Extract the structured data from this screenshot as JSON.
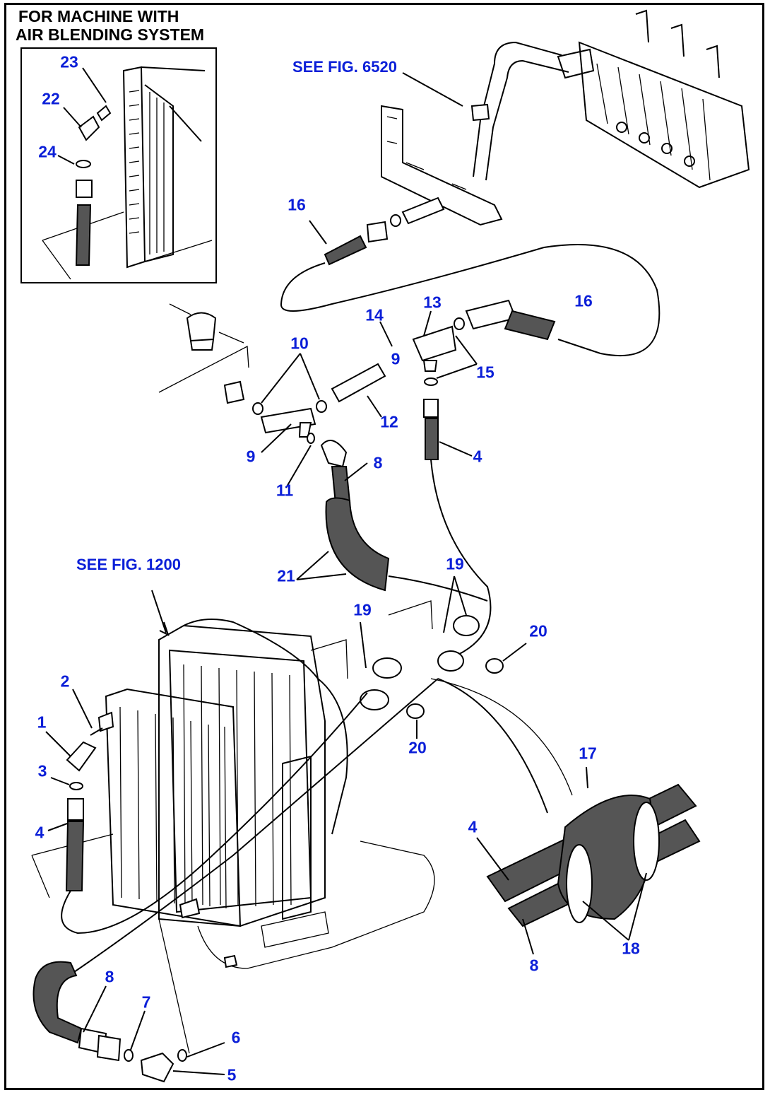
{
  "inset": {
    "title_line1": "FOR MACHINE WITH",
    "title_line2": "AIR BLENDING SYSTEM"
  },
  "references": {
    "fig_6520": "SEE FIG. 6520",
    "fig_1200": "SEE FIG. 1200"
  },
  "callouts": {
    "c23": "23",
    "c22": "22",
    "c24": "24",
    "c16a": "16",
    "c16b": "16",
    "c14": "14",
    "c13": "13",
    "c10": "10",
    "c9a": "9",
    "c9b": "9",
    "c15": "15",
    "c12": "12",
    "c4a": "4",
    "c8a": "8",
    "c11": "11",
    "c21": "21",
    "c19a": "19",
    "c19b": "19",
    "c20a": "20",
    "c20b": "20",
    "c2": "2",
    "c1": "1",
    "c3": "3",
    "c4b": "4",
    "c17": "17",
    "c4c": "4",
    "c18": "18",
    "c8b": "8",
    "c8c": "8",
    "c7": "7",
    "c6": "6",
    "c5": "5"
  },
  "colors": {
    "callout": "#0b1fd8",
    "line": "#000000",
    "background": "#ffffff"
  }
}
